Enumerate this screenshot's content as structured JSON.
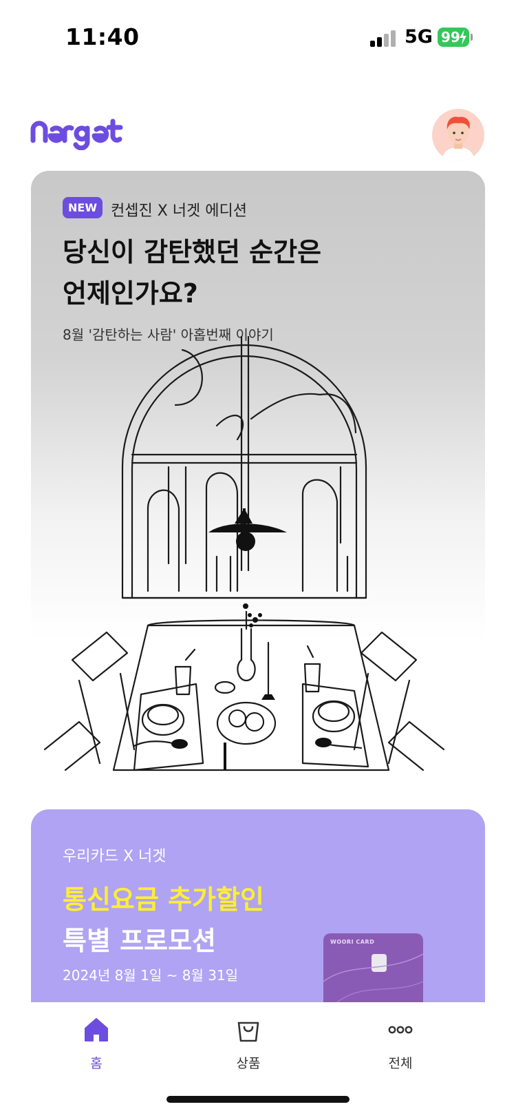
{
  "status_bar": {
    "time": "11:40",
    "network": "5G",
    "battery": "99",
    "battery_color": "#34c759"
  },
  "header": {
    "logo_text": "nerget",
    "brand_color": "#6c4de0"
  },
  "hero": {
    "badge": "NEW",
    "kicker": "컨셉진 X 너겟 에디션",
    "title_line1": "당신이 감탄했던 순간은",
    "title_line2": "언제인가요?",
    "caption": "8월 '감탄하는 사람' 아홉번째 이야기"
  },
  "promo": {
    "kicker": "우리카드 X 너겟",
    "title_line1": "통신요금 추가할인",
    "title_line2": "특별 프로모션",
    "date": "2024년 8월 1일 ~ 8월 31일",
    "card_label": "WOORI CARD",
    "background": "#b0a3f3",
    "highlight_color": "#ffee33"
  },
  "bottom_nav": {
    "items": [
      {
        "label": "홈",
        "icon": "home-icon",
        "active": true
      },
      {
        "label": "상품",
        "icon": "shopping-bag-icon",
        "active": false
      },
      {
        "label": "전체",
        "icon": "more-icon",
        "active": false
      }
    ]
  }
}
